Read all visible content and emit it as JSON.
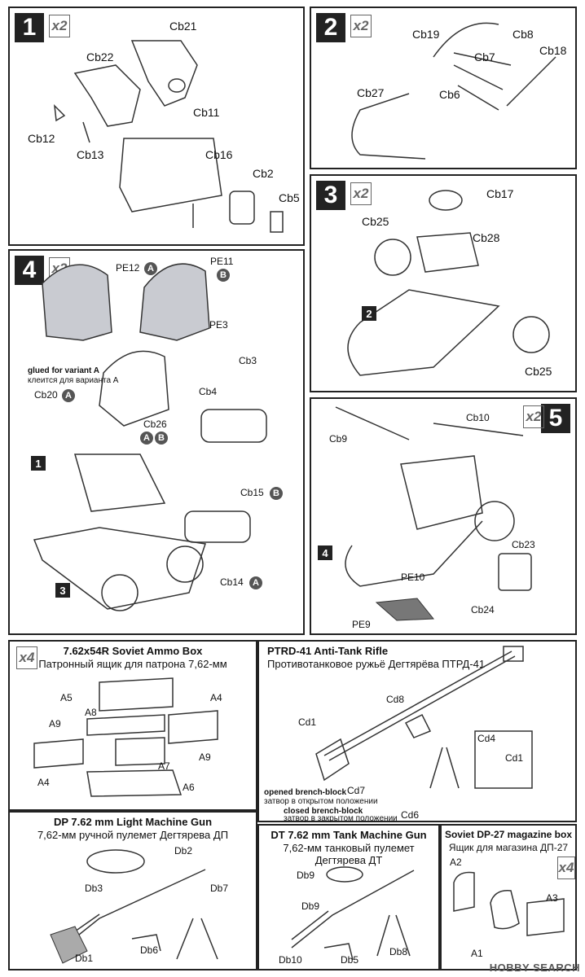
{
  "steps": {
    "s1": {
      "number": "1",
      "multiplier": "x2",
      "labels": [
        "Cb21",
        "Cb22",
        "Cb11",
        "Cb12",
        "Cb13",
        "Cb16",
        "Cb2",
        "Cb5"
      ]
    },
    "s2": {
      "number": "2",
      "multiplier": "x2",
      "labels": [
        "Cb19",
        "Cb8",
        "Cb7",
        "Cb18",
        "Cb27",
        "Cb6"
      ]
    },
    "s3": {
      "number": "3",
      "multiplier": "x2",
      "ref": "2",
      "labels": [
        "Cb17",
        "Cb25",
        "Cb28",
        "Cb25"
      ]
    },
    "s4": {
      "number": "4",
      "multiplier": "x2",
      "pe12": "PE12",
      "pe11": "PE11",
      "pe3": "PE3",
      "cb3": "Cb3",
      "cb4": "Cb4",
      "cb20": "Cb20",
      "cb26": "Cb26",
      "cb15": "Cb15",
      "cb14": "Cb14",
      "glued_en": "glued for variant A",
      "glued_ru": "клеится для варианта А",
      "variant_a": "A",
      "variant_b": "B",
      "ref1": "1",
      "ref3": "3"
    },
    "s5": {
      "number": "5",
      "multiplier": "x2",
      "cb9": "Cb9",
      "cb10": "Cb10",
      "cb23": "Cb23",
      "cb24": "Cb24",
      "pe10": "PE10",
      "pe9": "PE9",
      "ref4": "4"
    }
  },
  "ammo": {
    "multiplier": "x4",
    "title_en": "7.62x54R Soviet Ammo Box",
    "title_ru": "Патронный ящик для патрона 7,62-мм",
    "labels": {
      "a5": "A5",
      "a4_top": "A4",
      "a8": "A8",
      "a9_left": "A9",
      "a7": "A7",
      "a9_right": "A9",
      "a4_bottom": "A4",
      "a6": "A6"
    }
  },
  "ptrd": {
    "title_en": "PTRD-41 Anti-Tank Rifle",
    "title_ru": "Противотанковое ружьё Дегтярёва ПТРД-41",
    "labels": {
      "cd8": "Cd8",
      "cd1": "Cd1",
      "cd4": "Cd4",
      "cd1b": "Cd1",
      "cd7": "Cd7",
      "cd6": "Cd6"
    },
    "opened_en": "opened brench-block",
    "opened_ru": "затвор в открытом положении",
    "closed_en": "closed brench-block",
    "closed_ru": "затвор в закрытом положении"
  },
  "dp": {
    "title_en": "DP 7.62 mm Light Machine Gun",
    "title_ru": "7,62-мм ручной пулемет Дегтярева ДП",
    "labels": {
      "db2": "Db2",
      "db3": "Db3",
      "db7": "Db7",
      "db1": "Db1",
      "db6": "Db6"
    }
  },
  "dt": {
    "title_en": "DT 7.62 mm Tank Machine Gun",
    "title_ru": "7,62-мм танковый пулемет Дегтярева ДТ",
    "labels": {
      "db9a": "Db9",
      "db9b": "Db9",
      "db10": "Db10",
      "db5": "Db5",
      "db8": "Db8"
    }
  },
  "dp27": {
    "multiplier": "x4",
    "title_en": "Soviet DP-27 magazine box",
    "title_ru": "Ящик для магазина ДП-27",
    "labels": {
      "a2": "A2",
      "a3": "A3",
      "a1": "A1"
    }
  },
  "watermark": "HOBBY SEARCH"
}
